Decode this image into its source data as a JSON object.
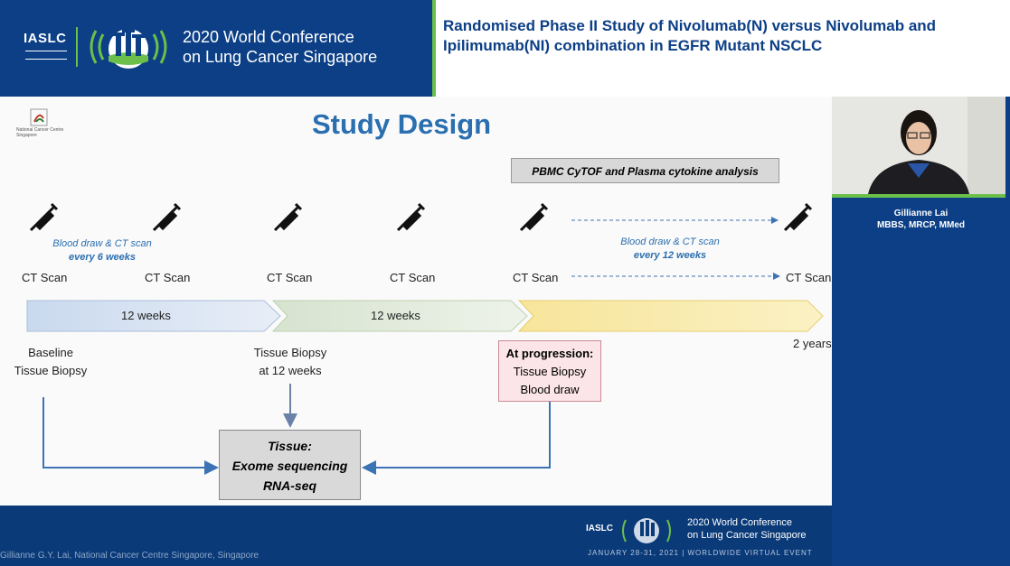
{
  "header": {
    "org": "IASLC",
    "conference_line1": "2020 World Conference",
    "conference_line2": "on Lung Cancer Singapore",
    "study_title": "Randomised Phase II Study of Nivolumab(N) versus Nivolumab and Ipilimumab(NI) combination in EGFR Mutant NSCLC"
  },
  "slide": {
    "title": "Study Design",
    "logo_text": "National Cancer Centre Singapore",
    "pbmc_box": "PBMC CyTOF and Plasma cytokine analysis",
    "blood_left_line1": "Blood draw & CT scan",
    "blood_left_line2": "every 6 weeks",
    "blood_right_line1": "Blood draw & CT scan",
    "blood_right_line2": "every 12 weeks",
    "ct_scan": "CT Scan",
    "weeks1": "12 weeks",
    "weeks2": "12 weeks",
    "two_years": "2 years",
    "baseline_line1": "Baseline",
    "baseline_line2": "Tissue Biopsy",
    "biopsy12_line1": "Tissue Biopsy",
    "biopsy12_line2": "at 12 weeks",
    "progression_title": "At progression:",
    "progression_line1": "Tissue Biopsy",
    "progression_line2": "Blood draw",
    "tissue_title": "Tissue:",
    "tissue_line1": "Exome sequencing",
    "tissue_line2": "RNA-seq"
  },
  "speaker": {
    "name": "Gillianne Lai",
    "credentials": "MBBS, MRCP, MMed"
  },
  "footer": {
    "presenter": "Gillianne G.Y. Lai, National Cancer Centre Singapore, Singapore",
    "conference_line1": "2020 World Conference",
    "conference_line2": "on Lung Cancer Singapore",
    "event": "JANUARY 28-31, 2021 | WORLDWIDE VIRTUAL EVENT",
    "org": "IASLC"
  },
  "colors": {
    "brand_blue": "#0c3f86",
    "accent_green": "#6bc04b",
    "title_blue": "#2a6fb0"
  }
}
